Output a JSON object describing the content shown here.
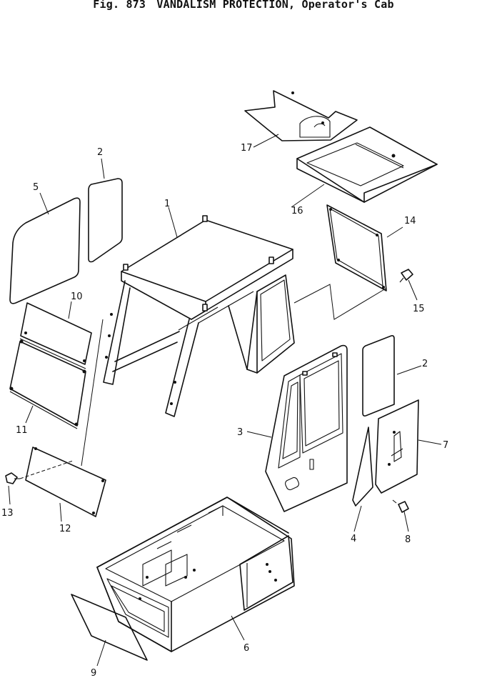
{
  "caption": {
    "figure": "Fig. 873",
    "title": "VANDALISM PROTECTION, Operator's Cab"
  },
  "callouts": {
    "c1": "1",
    "c2a": "2",
    "c2b": "2",
    "c3": "3",
    "c4": "4",
    "c5": "5",
    "c6": "6",
    "c7": "7",
    "c8": "8",
    "c9": "9",
    "c10": "10",
    "c11": "11",
    "c12": "12",
    "c13": "13",
    "c14": "14",
    "c15": "15",
    "c16": "16",
    "c17": "17"
  }
}
